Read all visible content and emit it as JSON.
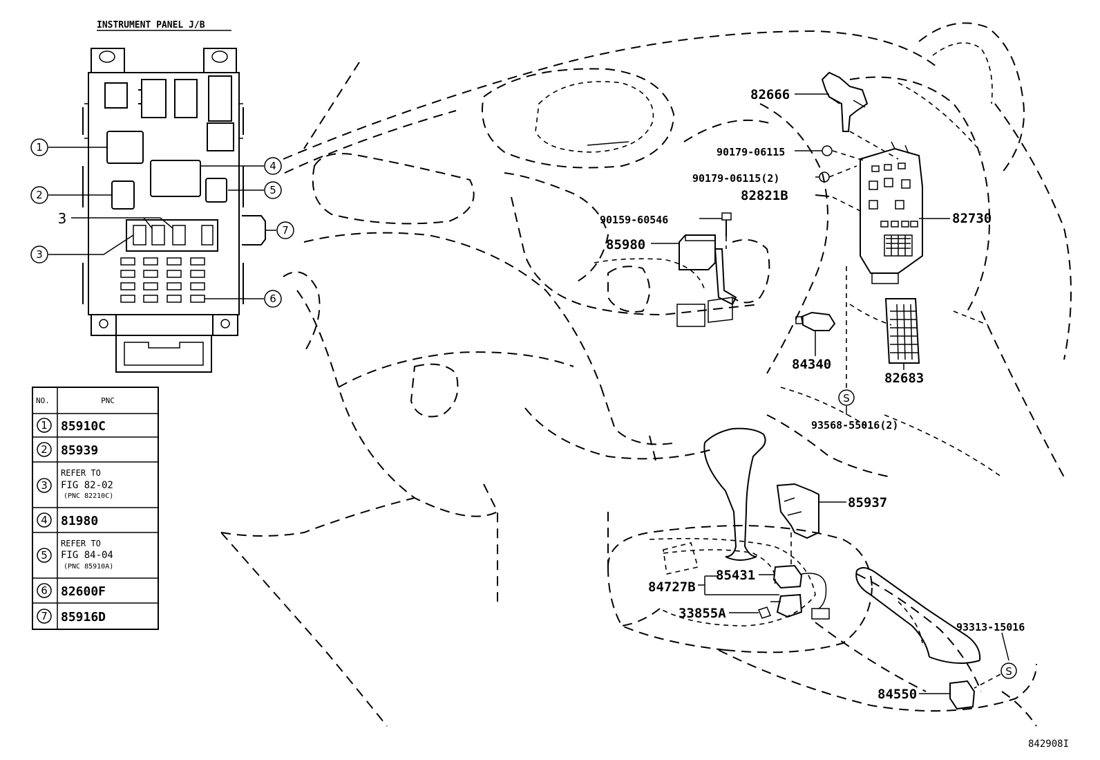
{
  "diagram": {
    "title": "INSTRUMENT PANEL J/B",
    "figure_id": "842908I",
    "callouts": [
      "1",
      "2",
      "3",
      "3",
      "4",
      "5",
      "6",
      "7"
    ],
    "table": {
      "headers": [
        "NO.",
        "PNC"
      ],
      "rows": [
        {
          "no": "1",
          "lines": [
            "85910C"
          ]
        },
        {
          "no": "2",
          "lines": [
            "85939"
          ]
        },
        {
          "no": "3",
          "lines": [
            "REFER TO",
            "FIG 82-02",
            "(PNC 82210C)"
          ]
        },
        {
          "no": "4",
          "lines": [
            "81980"
          ]
        },
        {
          "no": "5",
          "lines": [
            "REFER TO",
            "FIG 84-04",
            "(PNC 85910A)"
          ]
        },
        {
          "no": "6",
          "lines": [
            "82600F"
          ]
        },
        {
          "no": "7",
          "lines": [
            "85916D"
          ]
        }
      ]
    },
    "parts": {
      "p82666": "82666",
      "p90179a": "90179-06115",
      "p90179b": "90179-06115(2)",
      "p82821B": "82821B",
      "p82730": "82730",
      "p90159": "90159-60546",
      "p85980": "85980",
      "p84340": "84340",
      "p82683": "82683",
      "s1": "S",
      "p93568": "93568-55016(2)",
      "p85937": "85937",
      "p85431": "85431",
      "p84727B": "84727B",
      "p33855A": "33855A",
      "p93313": "93313-15016",
      "s2": "S",
      "p84550": "84550"
    }
  }
}
